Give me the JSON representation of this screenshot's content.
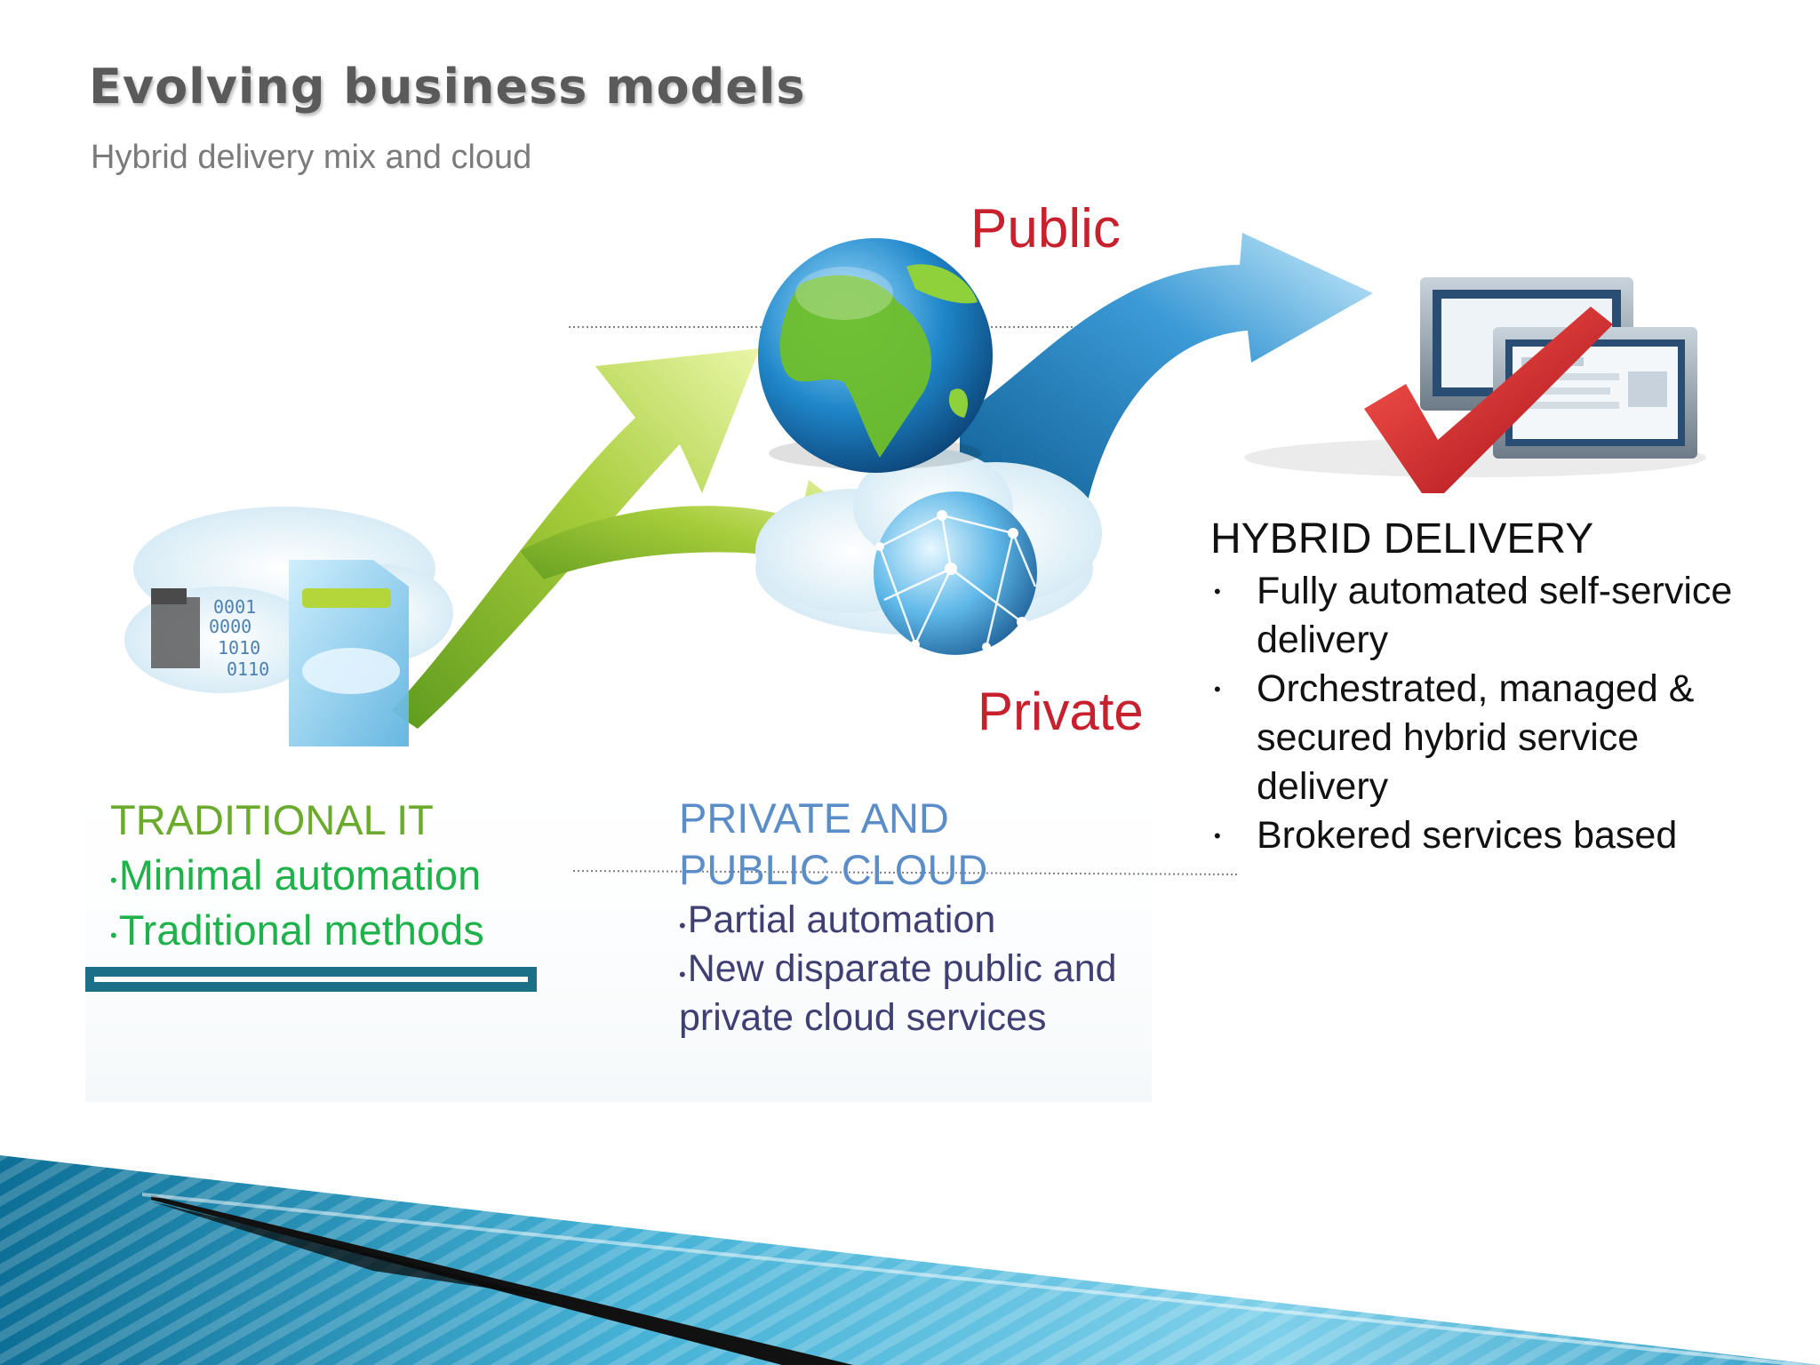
{
  "slide": {
    "title": "Evolving business models",
    "subtitle": "Hybrid delivery mix and cloud"
  },
  "diagram": {
    "public_label": "Public",
    "private_label": "Private",
    "binary_digits": [
      "0001",
      "0000",
      "1010",
      "0110"
    ]
  },
  "traditional": {
    "heading": "TRADITIONAL IT",
    "items": [
      "Minimal automation",
      "Traditional methods"
    ]
  },
  "private_public": {
    "heading_line1": "PRIVATE AND",
    "heading_line2": "PUBLIC CLOUD",
    "items": [
      "Partial automation",
      "New disparate public and",
      "private cloud services"
    ]
  },
  "hybrid": {
    "heading": "HYBRID DELIVERY",
    "items": [
      "Fully automated self-service delivery",
      "Orchestrated, managed & secured hybrid service delivery",
      "Brokered services based"
    ]
  },
  "colors": {
    "title": "#5a5a5a",
    "accent_red": "#c8212e",
    "traditional_heading": "#6aaa2c",
    "traditional_items": "#1fb24a",
    "cloud_heading": "#5b8ec9",
    "cloud_items": "#3f3f74",
    "footer_teal": "#1f7f9f"
  }
}
